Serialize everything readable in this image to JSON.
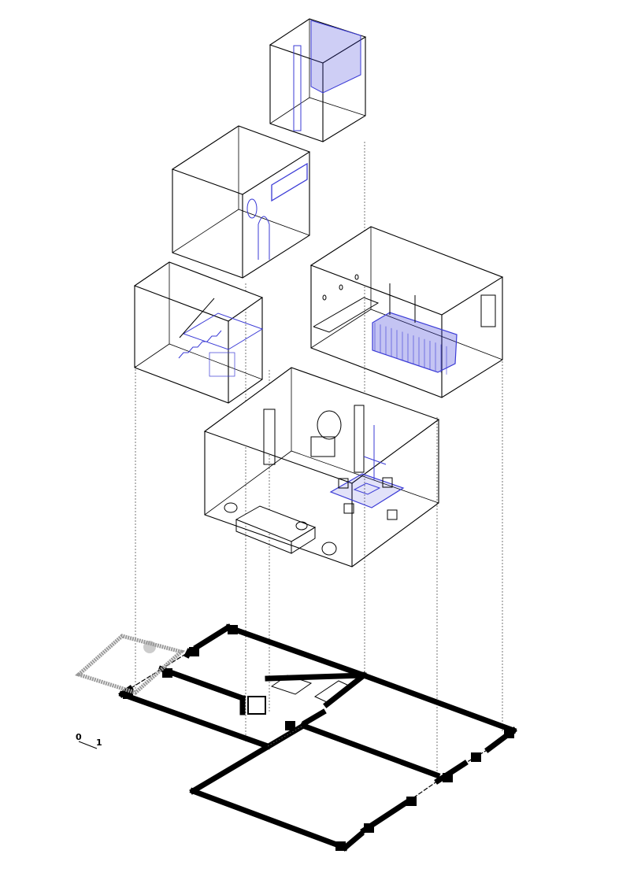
{
  "diagram": {
    "type": "exploded axonometric floor plan",
    "colors": {
      "line": "#000000",
      "accent": "#3b3bd6",
      "garden": "#9a9a9a",
      "background": "#ffffff"
    },
    "scale_bar": {
      "start_label": "0",
      "end_label": "1"
    }
  }
}
